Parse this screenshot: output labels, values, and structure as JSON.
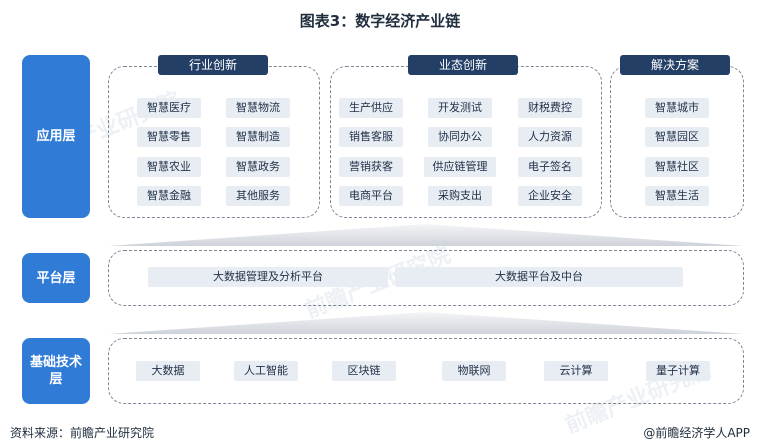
{
  "title": "图表3：数字经济产业链",
  "layers": {
    "application": "应用层",
    "platform": "平台层",
    "infrastructure": "基础技术层"
  },
  "application_groups": [
    {
      "title": "行业创新",
      "items": [
        "智慧医疗",
        "智慧物流",
        "智慧零售",
        "智慧制造",
        "智慧农业",
        "智慧政务",
        "智慧金融",
        "其他服务"
      ]
    },
    {
      "title": "业态创新",
      "items": [
        "生产供应",
        "开发测试",
        "财税费控",
        "销售客服",
        "协同办公",
        "人力资源",
        "营销获客",
        "供应链管理",
        "电子签名",
        "电商平台",
        "采购支出",
        "企业安全"
      ]
    },
    {
      "title": "解决方案",
      "items": [
        "智慧城市",
        "智慧园区",
        "智慧社区",
        "智慧生活"
      ]
    }
  ],
  "platform_items": [
    "大数据管理及分析平台",
    "大数据平台及中台"
  ],
  "infrastructure_items": [
    "大数据",
    "人工智能",
    "区块链",
    "物联网",
    "云计算",
    "量子计算"
  ],
  "footer": {
    "source": "资料来源：前瞻产业研究院",
    "brand": "@前瞻经济学人APP"
  },
  "colors": {
    "layer": "#2f7bd6",
    "group_header": "#233f66",
    "chip": "#e8edf3"
  }
}
